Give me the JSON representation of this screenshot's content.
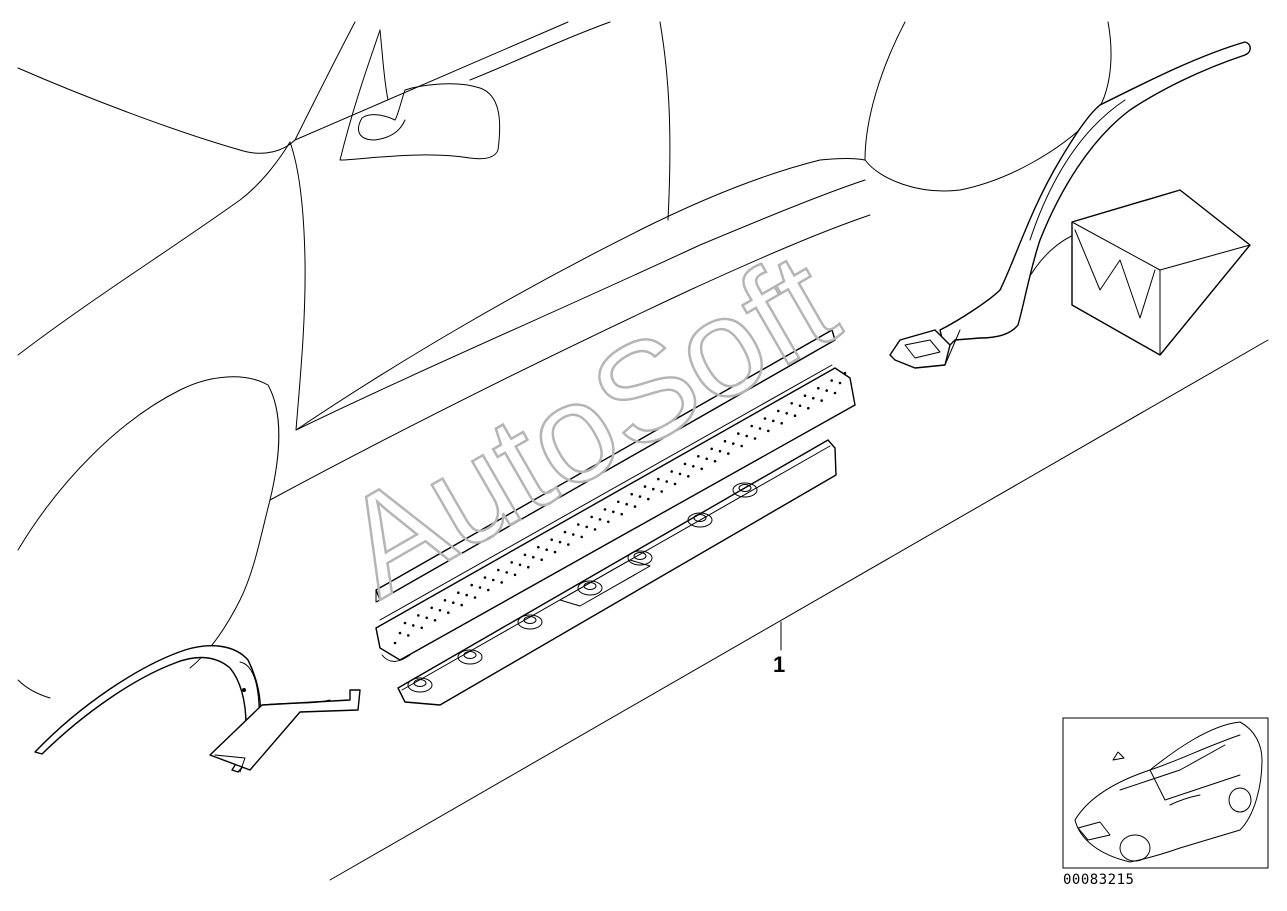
{
  "diagram": {
    "callouts": [
      {
        "number": "1"
      }
    ],
    "diagram_id": "00083215",
    "watermark": "AutoSoft",
    "parts": [
      "front-wheel-arch-trim",
      "side-skirt-upper-strip",
      "side-skirt-panel",
      "side-skirt-lower-panel",
      "rear-wheel-arch-trim",
      "mounting-kit-box"
    ],
    "thumbnail": "vehicle-overview"
  }
}
